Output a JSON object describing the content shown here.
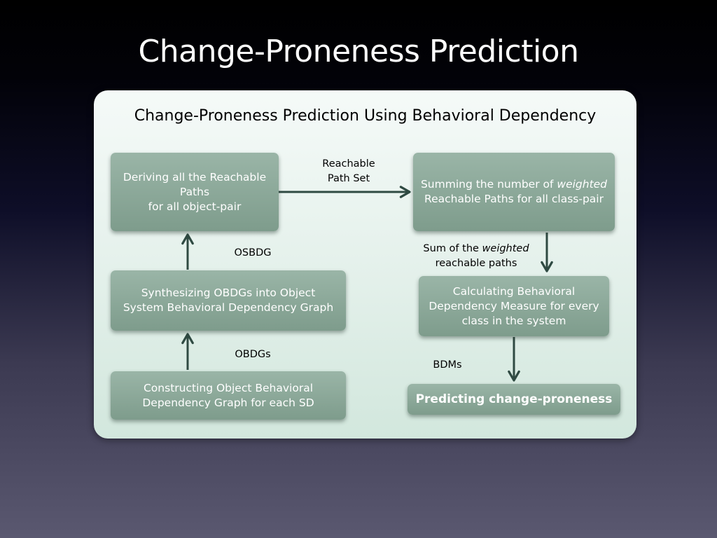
{
  "slide": {
    "title": "Change-Proneness Prediction"
  },
  "diagram": {
    "title": "Change-Proneness Prediction Using Behavioral Dependency",
    "boxes": {
      "deriving": {
        "lines": [
          "Deriving all the Reachable",
          "Paths",
          "for all object-pair"
        ]
      },
      "synthesizing": {
        "lines": [
          "Synthesizing OBDGs into Object",
          "System Behavioral Dependency Graph"
        ]
      },
      "constructing": {
        "lines": [
          "Constructing Object Behavioral",
          "Dependency Graph for each SD"
        ]
      },
      "summing": {
        "line1_prefix": "Summing the number of ",
        "line1_emphasis": "weighted",
        "line2": "Reachable Paths for all class-pair"
      },
      "calculating": {
        "lines": [
          "Calculating Behavioral",
          "Dependency Measure for every",
          "class in the system"
        ]
      },
      "predicting": {
        "label": "Predicting change-proneness"
      }
    },
    "edge_labels": {
      "reachable_path_set": [
        "Reachable",
        "Path Set"
      ],
      "osbdg": "OSBDG",
      "obdgs": "OBDGs",
      "sum_weighted": {
        "line1_prefix": "Sum of the ",
        "line1_emphasis": "weighted",
        "line2": "reachable paths"
      },
      "bdms": "BDMs"
    },
    "colors": {
      "box": "#8aa797",
      "arrow": "#2f4a42",
      "panel": "#e3f0ea"
    }
  }
}
